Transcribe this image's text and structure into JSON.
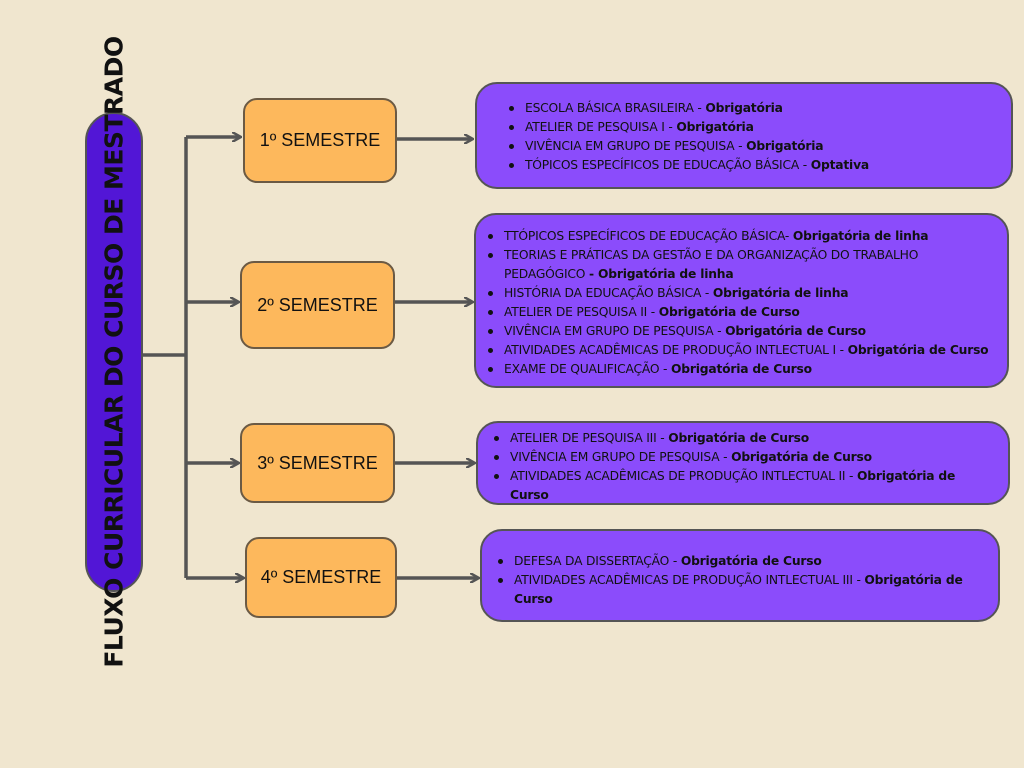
{
  "title": "FLUXO CURRICULAR DO CURSO DE MESTRADO",
  "semesters": [
    {
      "label": "1º SEMESTRE",
      "items": [
        {
          "name": "ESCOLA BÁSICA BRASILEIRA - ",
          "status": "Obrigatória"
        },
        {
          "name": "ATELIER DE PESQUISA I  - ",
          "status": "Obrigatória"
        },
        {
          "name": "VIVÊNCIA EM GRUPO DE PESQUISA - ",
          "status": "Obrigatória"
        },
        {
          "name": "TÓPICOS ESPECÍFICOS DE EDUCAÇÃO BÁSICA  - ",
          "status": "Optativa"
        }
      ]
    },
    {
      "label": "2º SEMESTRE",
      "items": [
        {
          "name": "TTÓPICOS ESPECÍFICOS DE EDUCAÇÃO BÁSICA- ",
          "status": "Obrigatória de linha"
        },
        {
          "name": "TEORIAS E PRÁTICAS DA GESTÃO E DA ORGANIZAÇÃO DO TRABALHO PEDAGÓGICO ",
          "status": "- Obrigatória de linha"
        },
        {
          "name": "HISTÓRIA DA EDUCAÇÃO BÁSICA - ",
          "status": "Obrigatória de linha"
        },
        {
          "name": "ATELIER DE PESQUISA II - ",
          "status": "Obrigatória de Curso"
        },
        {
          "name": "VIVÊNCIA EM GRUPO DE PESQUISA - ",
          "status": "Obrigatória de Curso"
        },
        {
          "name": "ATIVIDADES ACADÊMICAS DE PRODUÇÃO INTLECTUAL I - ",
          "status": "Obrigatória de Curso"
        },
        {
          "name": "EXAME DE QUALIFICAÇÃO - ",
          "status": "Obrigatória de Curso"
        }
      ]
    },
    {
      "label": "3º SEMESTRE",
      "items": [
        {
          "name": "ATELIER DE PESQUISA III - ",
          "status": "Obrigatória de Curso"
        },
        {
          "name": "VIVÊNCIA EM GRUPO DE PESQUISA  - ",
          "status": "Obrigatória de Curso"
        },
        {
          "name": "ATIVIDADES ACADÊMICAS DE PRODUÇÃO INTLECTUAL II - ",
          "status": "Obrigatória de Curso"
        }
      ]
    },
    {
      "label": "4º SEMESTRE",
      "items": [
        {
          "name": "DEFESA DA DISSERTAÇÃO - ",
          "status": "Obrigatória de Curso"
        },
        {
          "name": "ATIVIDADES ACADÊMICAS DE PRODUÇÃO INTLECTUAL III  - ",
          "status": "Obrigatória de Curso"
        }
      ]
    }
  ],
  "colors": {
    "background": "#f0e6cf",
    "title_pill": "#5216d6",
    "semester_box": "#fdb85c",
    "course_box": "#8b4cfb",
    "connector": "#555555"
  }
}
